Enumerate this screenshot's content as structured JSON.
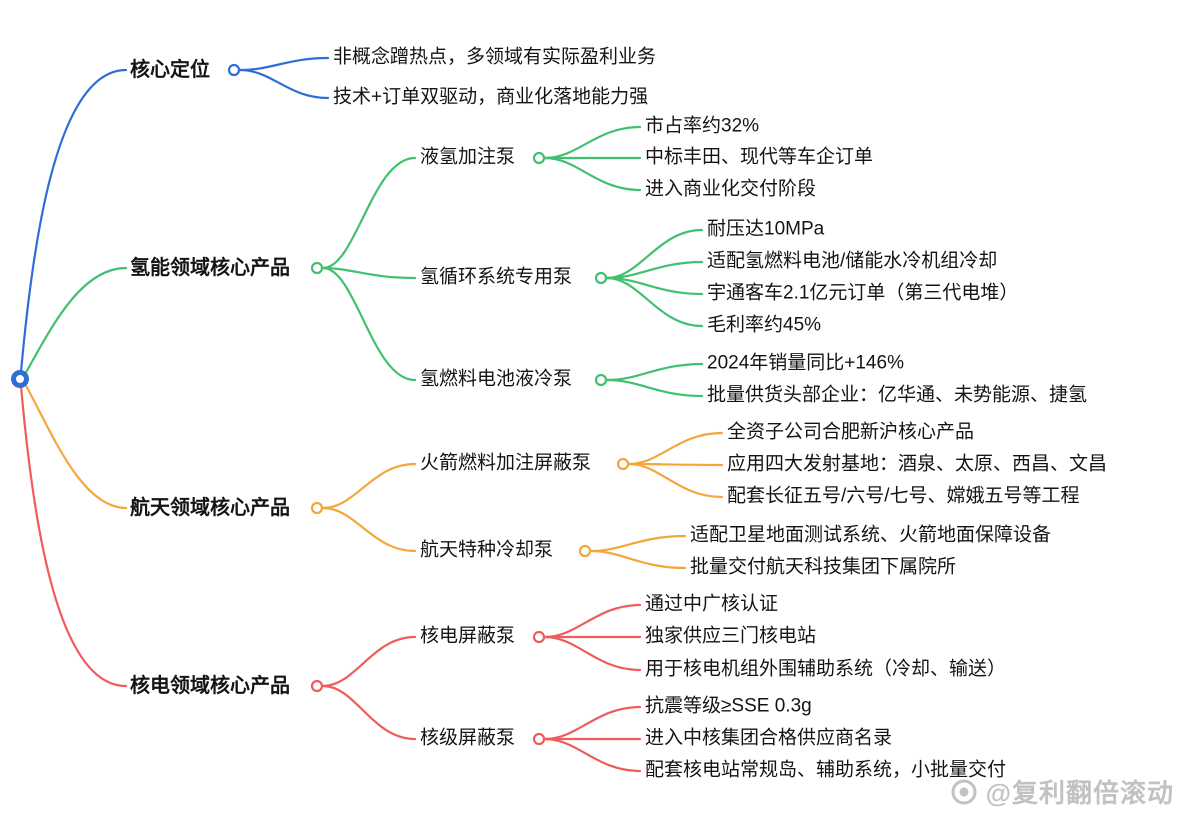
{
  "colors": {
    "core": "#2f6ed5",
    "hydrogen": "#41c06f",
    "aerospace": "#f5a63b",
    "nuclear": "#ef5c5c",
    "text": "#141414",
    "watermark": "#c2c2c2"
  },
  "branches": [
    {
      "id": "core-positioning",
      "label": "核心定位",
      "leaves": [
        "非概念蹭热点，多领域有实际盈利业务",
        "技术+订单双驱动，商业化落地能力强"
      ]
    },
    {
      "id": "hydrogen",
      "label": "氢能领域核心产品",
      "children": [
        {
          "label": "液氢加注泵",
          "leaves": [
            "市占率约32%",
            "中标丰田、现代等车企订单",
            "进入商业化交付阶段"
          ]
        },
        {
          "label": "氢循环系统专用泵",
          "leaves": [
            "耐压达10MPa",
            "适配氢燃料电池/储能水冷机组冷却",
            "宇通客车2.1亿元订单（第三代电堆）",
            "毛利率约45%"
          ]
        },
        {
          "label": "氢燃料电池液冷泵",
          "leaves": [
            "2024年销量同比+146%",
            "批量供货头部企业：亿华通、未势能源、捷氢"
          ]
        }
      ]
    },
    {
      "id": "aerospace",
      "label": "航天领域核心产品",
      "children": [
        {
          "label": "火箭燃料加注屏蔽泵",
          "leaves": [
            "全资子公司合肥新沪核心产品",
            "应用四大发射基地：酒泉、太原、西昌、文昌",
            "配套长征五号/六号/七号、嫦娥五号等工程"
          ]
        },
        {
          "label": "航天特种冷却泵",
          "leaves": [
            "适配卫星地面测试系统、火箭地面保障设备",
            "批量交付航天科技集团下属院所"
          ]
        }
      ]
    },
    {
      "id": "nuclear",
      "label": "核电领域核心产品",
      "children": [
        {
          "label": "核电屏蔽泵",
          "leaves": [
            "通过中广核认证",
            "独家供应三门核电站",
            "用于核电机组外围辅助系统（冷却、输送）"
          ]
        },
        {
          "label": "核级屏蔽泵",
          "leaves": [
            "抗震等级≥SSE 0.3g",
            "进入中核集团合格供应商名录",
            "配套核电站常规岛、辅助系统，小批量交付"
          ]
        }
      ]
    }
  ],
  "watermark": {
    "handle": "@复利翻倍滚动"
  }
}
